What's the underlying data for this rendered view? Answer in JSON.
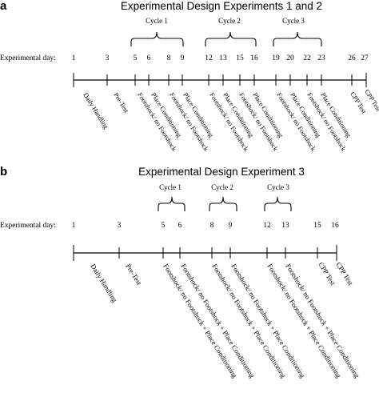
{
  "panel_a": {
    "letter": "a",
    "title": "Experimental Design Experiments 1 and 2",
    "row_label": "Experimental day:",
    "days": [
      "1",
      "3",
      "5",
      "6",
      "8",
      "9",
      "12",
      "13",
      "15",
      "16",
      "19",
      "20",
      "22",
      "23",
      "26",
      "27"
    ],
    "cycles": [
      "Cycle 1",
      "Cycle 2",
      "Cycle 3"
    ],
    "events": [
      "Daily Handling",
      "Pre-Test",
      "Footshock/ no Footshock",
      "Place Conditioning",
      "Footshock/ no Footshock",
      "Place Conditioning",
      "Footshock/ no Footshock",
      "Place Conditioning",
      "Footshock/ no Footshock",
      "Place Conditioning",
      "Footshock/ no Footshock",
      "Place Conditioning",
      "Footshock/ no Footshock",
      "Place Conditioning",
      "CPP Test",
      "CPP Test"
    ]
  },
  "panel_b": {
    "letter": "b",
    "title": "Experimental Design Experiment 3",
    "row_label": "Experimental day:",
    "days": [
      "1",
      "3",
      "5",
      "6",
      "8",
      "9",
      "12",
      "13",
      "15",
      "16"
    ],
    "cycles": [
      "Cycle 1",
      "Cycle 2",
      "Cycle 3"
    ],
    "events": [
      "Daily Handling",
      "Pre-Test",
      "Footshock/ no Footshock + Place Conditioning",
      "Footshock/ no Footshock + Place Conditioning",
      "Footshock/ no Footshock + Place Conditioning",
      "Footshock/ no Footshock + Place Conditioning",
      "Footshock/ no Footshock + Place Conditioning",
      "Footshock/ no Footshock + Place Conditioning",
      "CPP Test",
      "CPP Test"
    ]
  }
}
